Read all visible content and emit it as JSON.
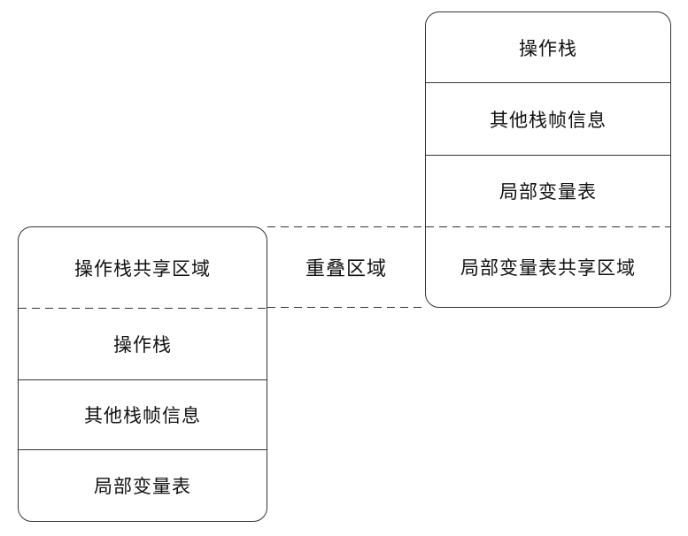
{
  "diagram": {
    "title_semantic": "stack-frame-shared-region-overlap-diagram",
    "colors": {
      "background": "#ffffff",
      "line": "#333333",
      "text": "#111111"
    },
    "right_frame": {
      "sections": [
        {
          "label": "操作栈"
        },
        {
          "label": "其他栈帧信息"
        },
        {
          "label": "局部变量表"
        },
        {
          "label": "局部变量表共享区域"
        }
      ]
    },
    "left_frame": {
      "sections": [
        {
          "label": "操作栈共享区域"
        },
        {
          "label": "操作栈"
        },
        {
          "label": "其他栈帧信息"
        },
        {
          "label": "局部变量表"
        }
      ]
    },
    "overlap": {
      "label": "重叠区域"
    }
  }
}
